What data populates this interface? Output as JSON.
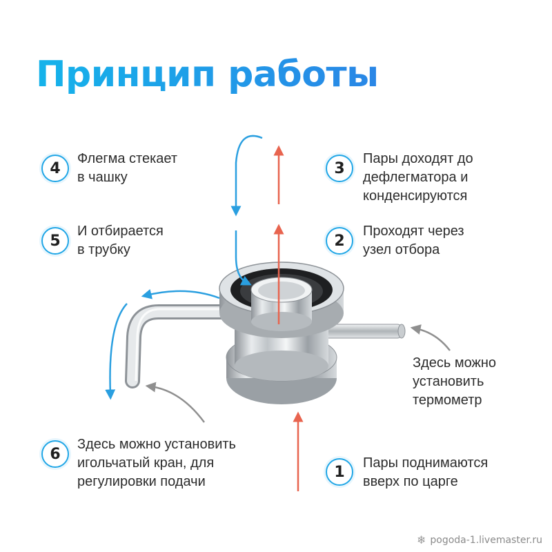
{
  "title": "Принцип работы",
  "steps": {
    "s1": {
      "number": "1",
      "lines": [
        "Пары поднимаются",
        "вверх по царге"
      ]
    },
    "s2": {
      "number": "2",
      "lines": [
        "Проходят через",
        "узел отбора"
      ]
    },
    "s3": {
      "number": "3",
      "lines": [
        "Пары доходят до",
        "дефлегматора и",
        "конденсируются"
      ]
    },
    "s4": {
      "number": "4",
      "lines": [
        "Флегма стекает",
        "в чашку"
      ]
    },
    "s5": {
      "number": "5",
      "lines": [
        "И отбирается",
        "в трубку"
      ]
    },
    "s6": {
      "number": "6",
      "lines": [
        "Здесь можно установить",
        "игольчатый кран, для",
        "регулировки подачи"
      ]
    }
  },
  "thermometer_note": {
    "lines": [
      "Здесь можно",
      "установить",
      "термометр"
    ]
  },
  "watermark": {
    "text": "pogoda-1.livemaster.ru",
    "icon": "snowflake-icon"
  },
  "colors": {
    "title_start": "#15b3ea",
    "title_end": "#2a86e6",
    "vapor_arrow": "#e8644f",
    "flow_arrow": "#2a9fe0",
    "pointer_arrow": "#8f8f8f",
    "badge_border": "#20a6e6"
  }
}
